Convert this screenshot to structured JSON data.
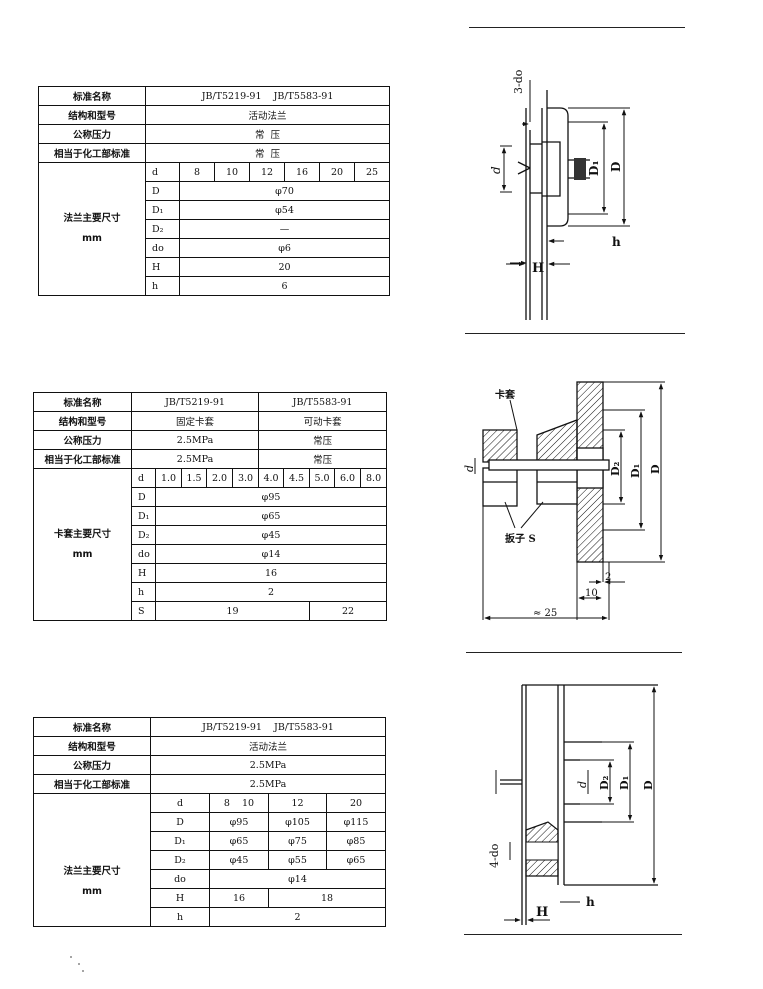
{
  "table1": {
    "rows": [
      {
        "label": "标准名称",
        "value": "JB/T5219-91    JB/T5583-91"
      },
      {
        "label": "结构和型号",
        "value": "活动法兰"
      },
      {
        "label": "公称压力",
        "value": "常  压"
      },
      {
        "label": "相当于化工部标准",
        "value": "常  压"
      }
    ],
    "group_label": "法兰主要尺寸",
    "group_unit": "mm",
    "d_label": "d",
    "d_values": [
      "8",
      "10",
      "12",
      "16",
      "20",
      "25"
    ],
    "dims": [
      {
        "sym": "D",
        "value": "φ70"
      },
      {
        "sym": "D₁",
        "value": "φ54"
      },
      {
        "sym": "D₂",
        "value": "—"
      },
      {
        "sym": "do",
        "value": "φ6"
      },
      {
        "sym": "H",
        "value": "20"
      },
      {
        "sym": "h",
        "value": "6"
      }
    ]
  },
  "table2": {
    "r0": {
      "label": "标准名称",
      "a": "JB/T5219-91",
      "b": "JB/T5583-91"
    },
    "r1": {
      "label": "结构和型号",
      "a": "固定卡套",
      "b": "可动卡套"
    },
    "r2": {
      "label": "公称压力",
      "a": "2.5MPa",
      "b": "常压"
    },
    "r3": {
      "label": "相当于化工部标准",
      "a": "2.5MPa",
      "b": "常压"
    },
    "group_label": "卡套主要尺寸",
    "group_unit": "mm",
    "d_label": "d",
    "d_values": [
      "1.0",
      "1.5",
      "2.0",
      "3.0",
      "4.0",
      "4.5",
      "5.0",
      "6.0",
      "8.0"
    ],
    "dims": [
      {
        "sym": "D",
        "value": "φ95"
      },
      {
        "sym": "D₁",
        "value": "φ65"
      },
      {
        "sym": "D₂",
        "value": "φ45"
      },
      {
        "sym": "do",
        "value": "φ14"
      },
      {
        "sym": "H",
        "value": "16"
      },
      {
        "sym": "h",
        "value": "2"
      }
    ],
    "s_row": {
      "sym": "S",
      "a": "19",
      "b": "22"
    }
  },
  "table3": {
    "rows": [
      {
        "label": "标准名称",
        "value": "JB/T5219-91    JB/T5583-91"
      },
      {
        "label": "结构和型号",
        "value": "活动法兰"
      },
      {
        "label": "公称压力",
        "value": "2.5MPa"
      },
      {
        "label": "相当于化工部标准",
        "value": "2.5MPa"
      }
    ],
    "group_label": "法兰主要尺寸",
    "group_unit": "mm",
    "d_row": {
      "sym": "d",
      "a": "8    10",
      "b": "12",
      "c": "20"
    },
    "D_row": {
      "sym": "D",
      "a": "φ95",
      "b": "φ105",
      "c": "φ115"
    },
    "D1_row": {
      "sym": "D₁",
      "a": "φ65",
      "b": "φ75",
      "c": "φ85"
    },
    "D2_row": {
      "sym": "D₂",
      "a": "φ45",
      "b": "φ55",
      "c": "φ65"
    },
    "do_row": {
      "sym": "do",
      "value": "φ14"
    },
    "H_row": {
      "sym": "H",
      "a": "16",
      "b": "18"
    },
    "h_row": {
      "sym": "h",
      "value": "2"
    }
  },
  "fig1": {
    "l_3do": "3-do",
    "l_d": "d",
    "l_D1": "D₁",
    "l_D": "D",
    "l_h": "h",
    "l_H": "H"
  },
  "fig2": {
    "l_katao": "卡套",
    "l_d": "d",
    "l_D2": "D₂",
    "l_D1": "D₁",
    "l_D": "D",
    "l_banzi": "扳子 S",
    "l_2": "2",
    "l_10": "10",
    "l_25": "≈ 25"
  },
  "fig3": {
    "l_d": "d",
    "l_D2": "D₂",
    "l_D1": "D₁",
    "l_D": "D",
    "l_4do": "4-do",
    "l_h": "h",
    "l_H": "H"
  }
}
